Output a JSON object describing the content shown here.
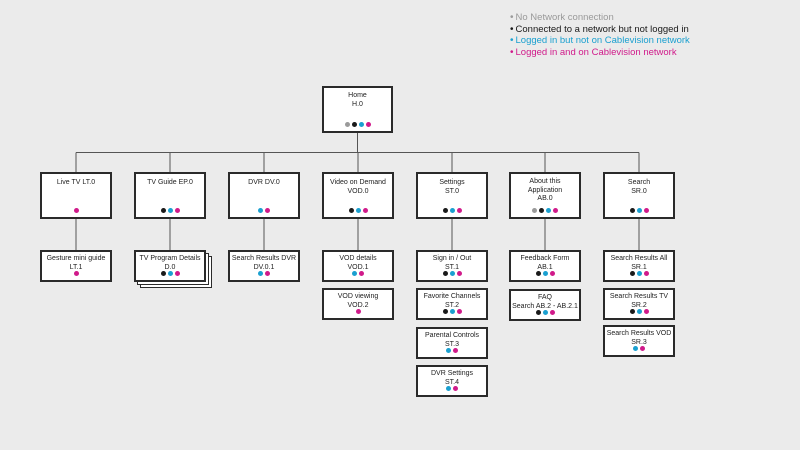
{
  "legend": [
    {
      "key": "none",
      "label": "No Network connection",
      "color": "#9a9a9a"
    },
    {
      "key": "net",
      "label": "Connected to a network but not logged in",
      "color": "#1a1a1a"
    },
    {
      "key": "login",
      "label": "Logged in but not on Cablevision network",
      "color": "#1aa0d0"
    },
    {
      "key": "cv",
      "label": "Logged in and on Cablevision network",
      "color": "#d01a8a"
    }
  ],
  "nodes": [
    {
      "id": "home",
      "title": "Home",
      "code": "H.0",
      "dots": [
        "none",
        "net",
        "login",
        "cv"
      ]
    },
    {
      "id": "lt0",
      "title": "Live TV LT.0",
      "code": "",
      "dots": [
        "cv"
      ]
    },
    {
      "id": "ep0",
      "title": "TV Guide EP.0",
      "code": "",
      "dots": [
        "net",
        "login",
        "cv"
      ]
    },
    {
      "id": "dv0",
      "title": "DVR DV.0",
      "code": "",
      "dots": [
        "login",
        "cv"
      ]
    },
    {
      "id": "vod0",
      "title": "Video on Demand",
      "code": "VOD.0",
      "dots": [
        "net",
        "login",
        "cv"
      ]
    },
    {
      "id": "st0",
      "title": "Settings",
      "code": "ST.0",
      "dots": [
        "net",
        "login",
        "cv"
      ]
    },
    {
      "id": "ab0",
      "title": "About this Application",
      "code": "AB.0",
      "dots": [
        "none",
        "net",
        "login",
        "cv"
      ]
    },
    {
      "id": "sr0",
      "title": "Search",
      "code": "SR.0",
      "dots": [
        "net",
        "login",
        "cv"
      ]
    },
    {
      "id": "lt1",
      "title": "Gesture mini guide",
      "code": "LT.1",
      "dots": [
        "cv"
      ]
    },
    {
      "id": "d0",
      "title": "TV Program Details",
      "code": "D.0",
      "dots": [
        "net",
        "login",
        "cv"
      ]
    },
    {
      "id": "dv01",
      "title": "Search Results DVR",
      "code": "DV.0.1",
      "dots": [
        "login",
        "cv"
      ]
    },
    {
      "id": "vod1",
      "title": "VOD details",
      "code": "VOD.1",
      "dots": [
        "login",
        "cv"
      ]
    },
    {
      "id": "vod2",
      "title": "VOD viewing",
      "code": "VOD.2",
      "dots": [
        "cv"
      ]
    },
    {
      "id": "st1",
      "title": "Sign in / Out",
      "code": "ST.1",
      "dots": [
        "net",
        "login",
        "cv"
      ]
    },
    {
      "id": "st2",
      "title": "Favorite Channels",
      "code": "ST.2",
      "dots": [
        "net",
        "login",
        "cv"
      ]
    },
    {
      "id": "st3",
      "title": "Parental Controls",
      "code": "ST.3",
      "dots": [
        "login",
        "cv"
      ]
    },
    {
      "id": "st4",
      "title": "DVR Settings",
      "code": "ST.4",
      "dots": [
        "login",
        "cv"
      ]
    },
    {
      "id": "ab1",
      "title": "Feedback Form",
      "code": "AB.1",
      "dots": [
        "net",
        "login",
        "cv"
      ]
    },
    {
      "id": "ab2",
      "title": "FAQ",
      "code": "Search AB.2 - AB.2.1",
      "dots": [
        "net",
        "login",
        "cv"
      ]
    },
    {
      "id": "sr1",
      "title": "Search Results All",
      "code": "SR.1",
      "dots": [
        "net",
        "login",
        "cv"
      ]
    },
    {
      "id": "sr2",
      "title": "Search Results TV",
      "code": "SR.2",
      "dots": [
        "net",
        "login",
        "cv"
      ]
    },
    {
      "id": "sr3",
      "title": "Search Results VOD",
      "code": "SR.3",
      "dots": [
        "login",
        "cv"
      ]
    }
  ],
  "edges": [
    [
      "home",
      "lt0"
    ],
    [
      "home",
      "ep0"
    ],
    [
      "home",
      "dv0"
    ],
    [
      "home",
      "vod0"
    ],
    [
      "home",
      "st0"
    ],
    [
      "home",
      "ab0"
    ],
    [
      "home",
      "sr0"
    ],
    [
      "lt0",
      "lt1"
    ],
    [
      "ep0",
      "d0"
    ],
    [
      "dv0",
      "dv01"
    ],
    [
      "vod0",
      "vod1"
    ],
    [
      "st0",
      "st1"
    ],
    [
      "ab0",
      "ab1"
    ],
    [
      "sr0",
      "sr1"
    ]
  ]
}
